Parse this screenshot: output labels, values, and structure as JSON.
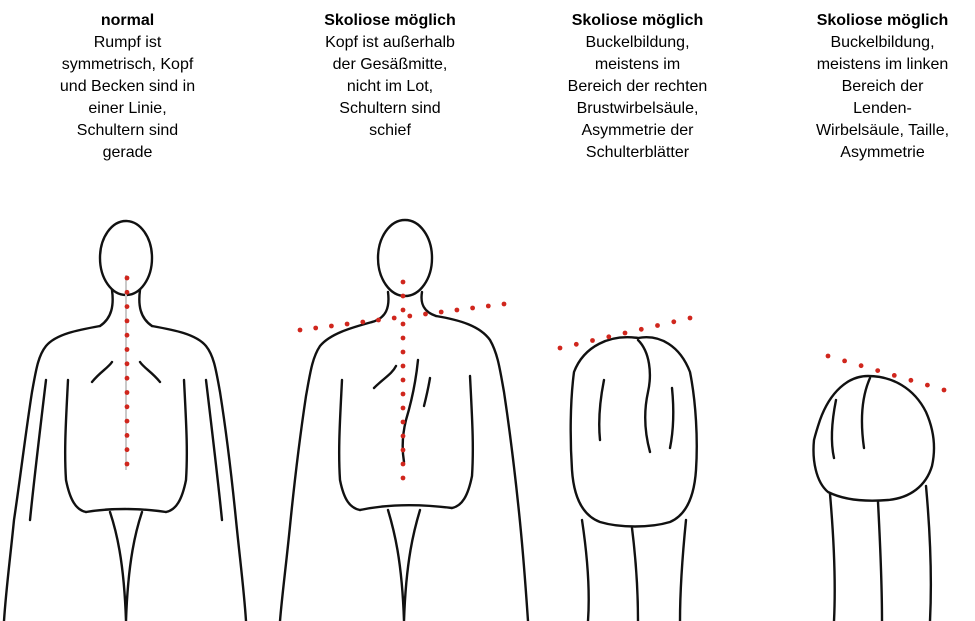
{
  "columns": [
    {
      "title": "normal",
      "description": "Rumpf ist\nsymmetrisch, Kopf\nund Becken sind in\neiner Linie,\nSchultern sind\ngerade"
    },
    {
      "title": "Skoliose möglich",
      "description": "Kopf ist außerhalb\nder Gesäßmitte,\nnicht im Lot,\nSchultern sind\nschief"
    },
    {
      "title": "Skoliose möglich",
      "description": "Buckelbildung,\nmeistens im\nBereich der rechten\nBrustwirbelsäule,\nAsymmetrie der\nSchulterblätter"
    },
    {
      "title": "Skoliose möglich",
      "description": "Buckelbildung,\nmeistens im linken\nBereich der\nLenden-\nWirbelsäule, Taille,\nAsymmetrie"
    }
  ],
  "colors": {
    "marker_dots": "#d0261d",
    "outline": "#111111"
  }
}
